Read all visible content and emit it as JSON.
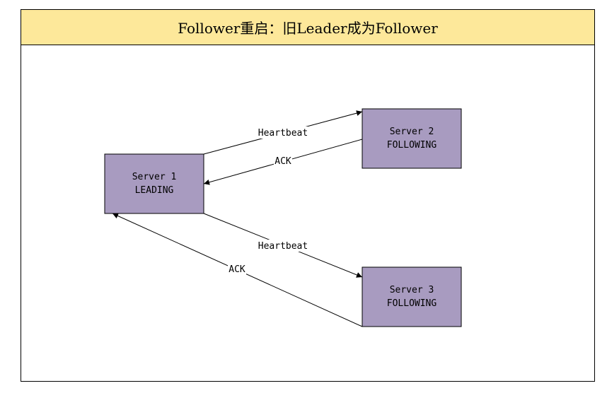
{
  "title": "Follower重启：旧Leader成为Follower",
  "nodes": [
    {
      "id": "s1",
      "line1": "Server 1",
      "line2": "LEADING"
    },
    {
      "id": "s2",
      "line1": "Server 2",
      "line2": "FOLLOWING"
    },
    {
      "id": "s3",
      "line1": "Server 3",
      "line2": "FOLLOWING"
    }
  ],
  "edges": [
    {
      "from": "s1",
      "to": "s2",
      "label": "Heartbeat"
    },
    {
      "from": "s2",
      "to": "s1",
      "label": "ACK"
    },
    {
      "from": "s1",
      "to": "s3",
      "label": "Heartbeat"
    },
    {
      "from": "s3",
      "to": "s1",
      "label": "ACK"
    }
  ],
  "colors": {
    "title_bg": "#fde89a",
    "node_fill": "#a89bc0",
    "stroke": "#000000"
  }
}
